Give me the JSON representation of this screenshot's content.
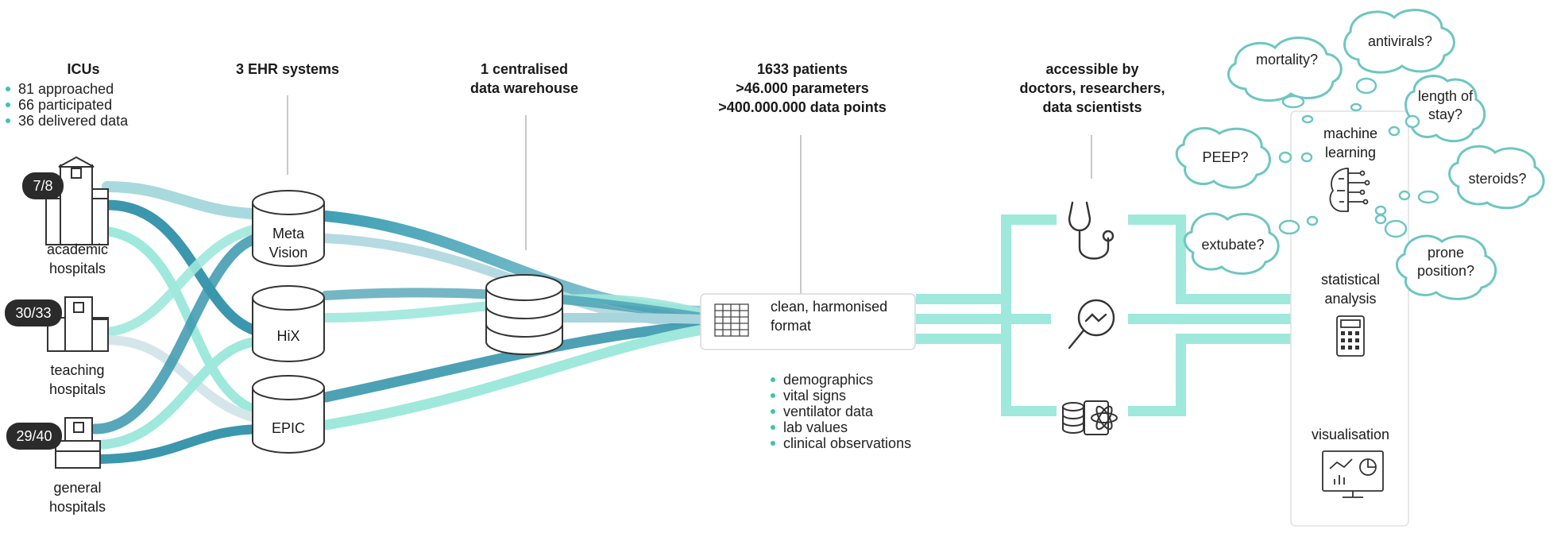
{
  "colors": {
    "mint": "#9fe8dc",
    "teal": "#3fa0b5",
    "paleteal": "#a8d4dc",
    "ink": "#2b2b2b",
    "accent": "#3cc3b3"
  },
  "icus": {
    "title": "ICUs",
    "stats": [
      "81 approached",
      "66 participated",
      "36 delivered data"
    ]
  },
  "hospitals": [
    {
      "badge": "7/8",
      "label_line1": "academic",
      "label_line2": "hospitals"
    },
    {
      "badge": "30/33",
      "label_line1": "teaching",
      "label_line2": "hospitals"
    },
    {
      "badge": "29/40",
      "label_line1": "general",
      "label_line2": "hospitals"
    }
  ],
  "ehr": {
    "title": "3 EHR systems",
    "systems": [
      {
        "line1": "Meta",
        "line2": "Vision"
      },
      {
        "line1": "HiX"
      },
      {
        "line1": "EPIC"
      }
    ]
  },
  "warehouse": {
    "line1": "1 centralised",
    "line2": "data warehouse"
  },
  "dataset": {
    "line1": "1633 patients",
    "line2": ">46.000 parameters",
    "line3": ">400.000.000 data points",
    "format_line1": "clean, harmonised",
    "format_line2": "format",
    "contents": [
      "demographics",
      "vital signs",
      "ventilator data",
      "lab values",
      "clinical observations"
    ]
  },
  "access": {
    "line1": "accessible by",
    "line2": "doctors, researchers,",
    "line3": "data scientists"
  },
  "tools": {
    "machine_learning_line1": "machine",
    "machine_learning_line2": "learning",
    "statistical_line1": "statistical",
    "statistical_line2": "analysis",
    "visualisation": "visualisation"
  },
  "questions": {
    "mortality": "mortality?",
    "antivirals": "antivirals?",
    "length_line1": "length of",
    "length_line2": "stay?",
    "peep": "PEEP?",
    "steroids": "steroids?",
    "extubate": "extubate?",
    "prone_line1": "prone",
    "prone_line2": "position?"
  }
}
